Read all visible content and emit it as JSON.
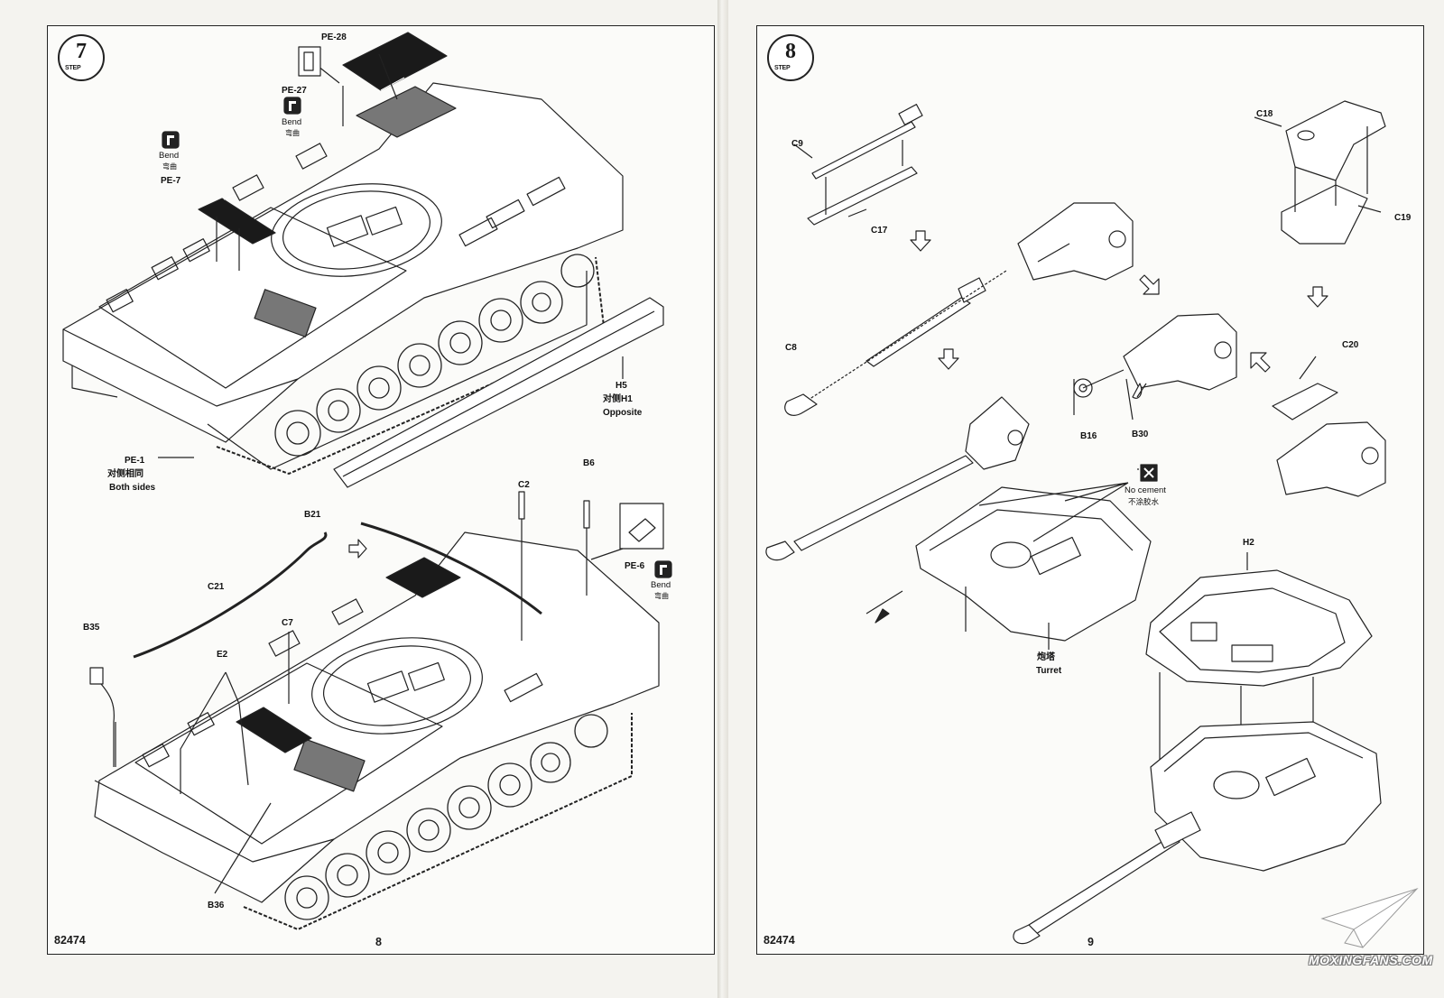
{
  "left_page": {
    "step_number": "7",
    "step_word": "STEP",
    "catalog_number": "82474",
    "page_number": "8",
    "labels": {
      "pe28": "PE-28",
      "pe27": "PE-27",
      "bend_en_1": "Bend",
      "bend_cn_1": "弯曲",
      "bend_en_2": "Bend",
      "bend_cn_2": "弯曲",
      "pe7": "PE-7",
      "h5": "H5",
      "h5_cn": "对侧H1",
      "h5_en": "Opposite",
      "pe1": "PE-1",
      "pe1_cn": "对侧相同",
      "pe1_en": "Both sides",
      "c2": "C2",
      "b6": "B6",
      "b21": "B21",
      "pe6": "PE-6",
      "bend_en_3": "Bend",
      "bend_cn_3": "弯曲",
      "c21": "C21",
      "b35": "B35",
      "c7": "C7",
      "e2": "E2",
      "b36": "B36"
    }
  },
  "right_page": {
    "step_number": "8",
    "step_word": "STEP",
    "catalog_number": "82474",
    "page_number": "9",
    "labels": {
      "c9": "C9",
      "c17": "C17",
      "c18": "C18",
      "c19": "C19",
      "c8": "C8",
      "c20": "C20",
      "b16": "B16",
      "b30": "B30",
      "no_cement_en": "No cement",
      "no_cement_cn": "不涂胶水",
      "h2": "H2",
      "turret_cn": "炮塔",
      "turret_en": "Turret"
    }
  },
  "watermark": "MOXINGFANS.COM"
}
